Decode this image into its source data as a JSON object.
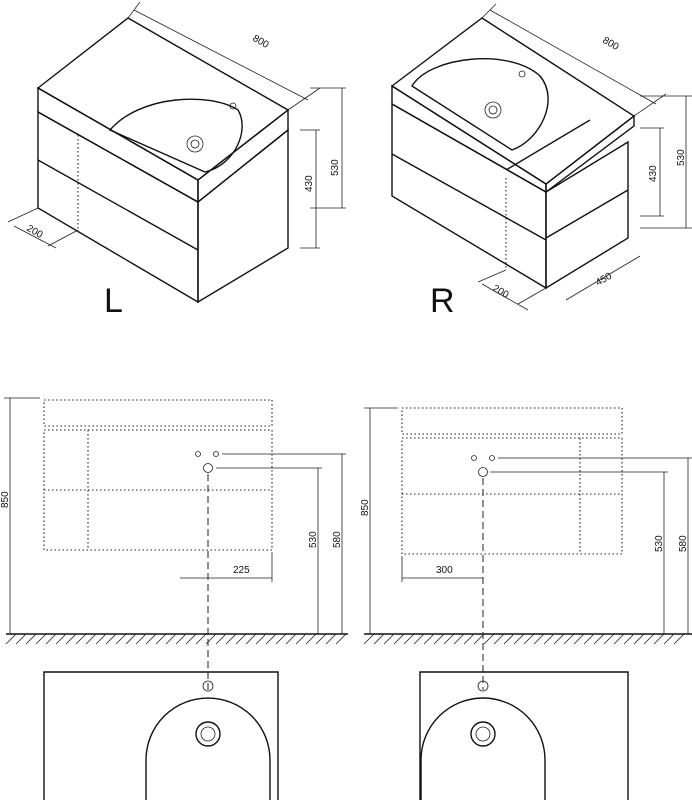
{
  "views": {
    "left": {
      "letter": "L",
      "width": "800",
      "height_total": "530",
      "height_body": "430",
      "depth_open": "200",
      "offset": "225",
      "height_overall": "850",
      "height_outlet": "530",
      "height_tap": "580"
    },
    "right": {
      "letter": "R",
      "width": "800",
      "height_total": "530",
      "height_body": "430",
      "depth_open": "200",
      "shelf_depth": "450",
      "offset": "300",
      "height_overall": "850",
      "height_outlet": "530",
      "height_tap": "580"
    }
  }
}
